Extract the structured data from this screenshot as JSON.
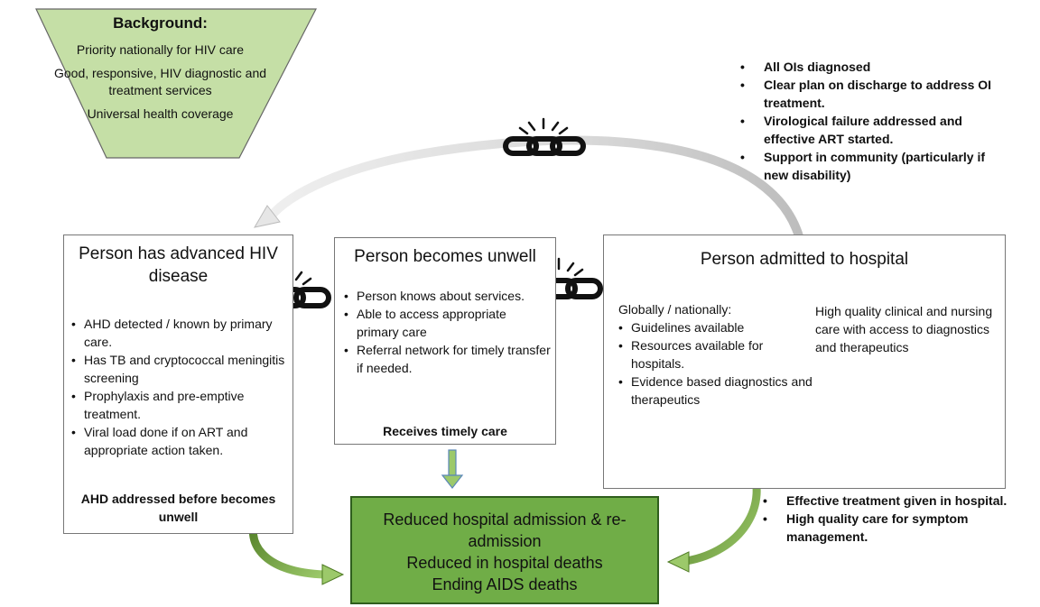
{
  "background": {
    "title": "Background:",
    "lines": [
      "Priority nationally for HIV care",
      "Good, responsive, HIV diagnostic and treatment services",
      "Universal health coverage"
    ]
  },
  "box1": {
    "title": "Person has advanced HIV disease",
    "bullets": [
      "AHD detected / known by primary care.",
      "Has TB and cryptococcal meningitis screening",
      "Prophylaxis and pre-emptive treatment.",
      "Viral load done if on ART and appropriate action taken."
    ],
    "footer": "AHD addressed before becomes unwell"
  },
  "box2": {
    "title": "Person becomes unwell",
    "bullets": [
      "Person knows about services.",
      "Able to access appropriate primary care",
      "Referral network for timely transfer if needed."
    ],
    "footer": "Receives timely care"
  },
  "box3": {
    "title": "Person admitted to hospital",
    "left_heading": "Globally / nationally:",
    "left_bullets": [
      "Guidelines available",
      "Resources available for hospitals.",
      "Evidence based diagnostics and therapeutics"
    ],
    "right_text": "High quality clinical and nursing care with access to diagnostics and therapeutics"
  },
  "outcome": {
    "lines": [
      "Reduced hospital admission & re-admission",
      "Reduced in hospital deaths",
      "Ending AIDS deaths"
    ]
  },
  "top_right": {
    "bullets": [
      "All OIs diagnosed",
      "Clear plan on discharge to address OI treatment.",
      "Virological failure addressed and effective ART started.",
      "Support in community (particularly if new disability)"
    ]
  },
  "bottom_right": {
    "bullets": [
      "Effective treatment given in hospital.",
      "High quality care for symptom management."
    ]
  },
  "colors": {
    "trapezoid_fill": "#c5dfa6",
    "outcome_fill": "#70ad47",
    "arrow_green": "#5a8a2a"
  }
}
